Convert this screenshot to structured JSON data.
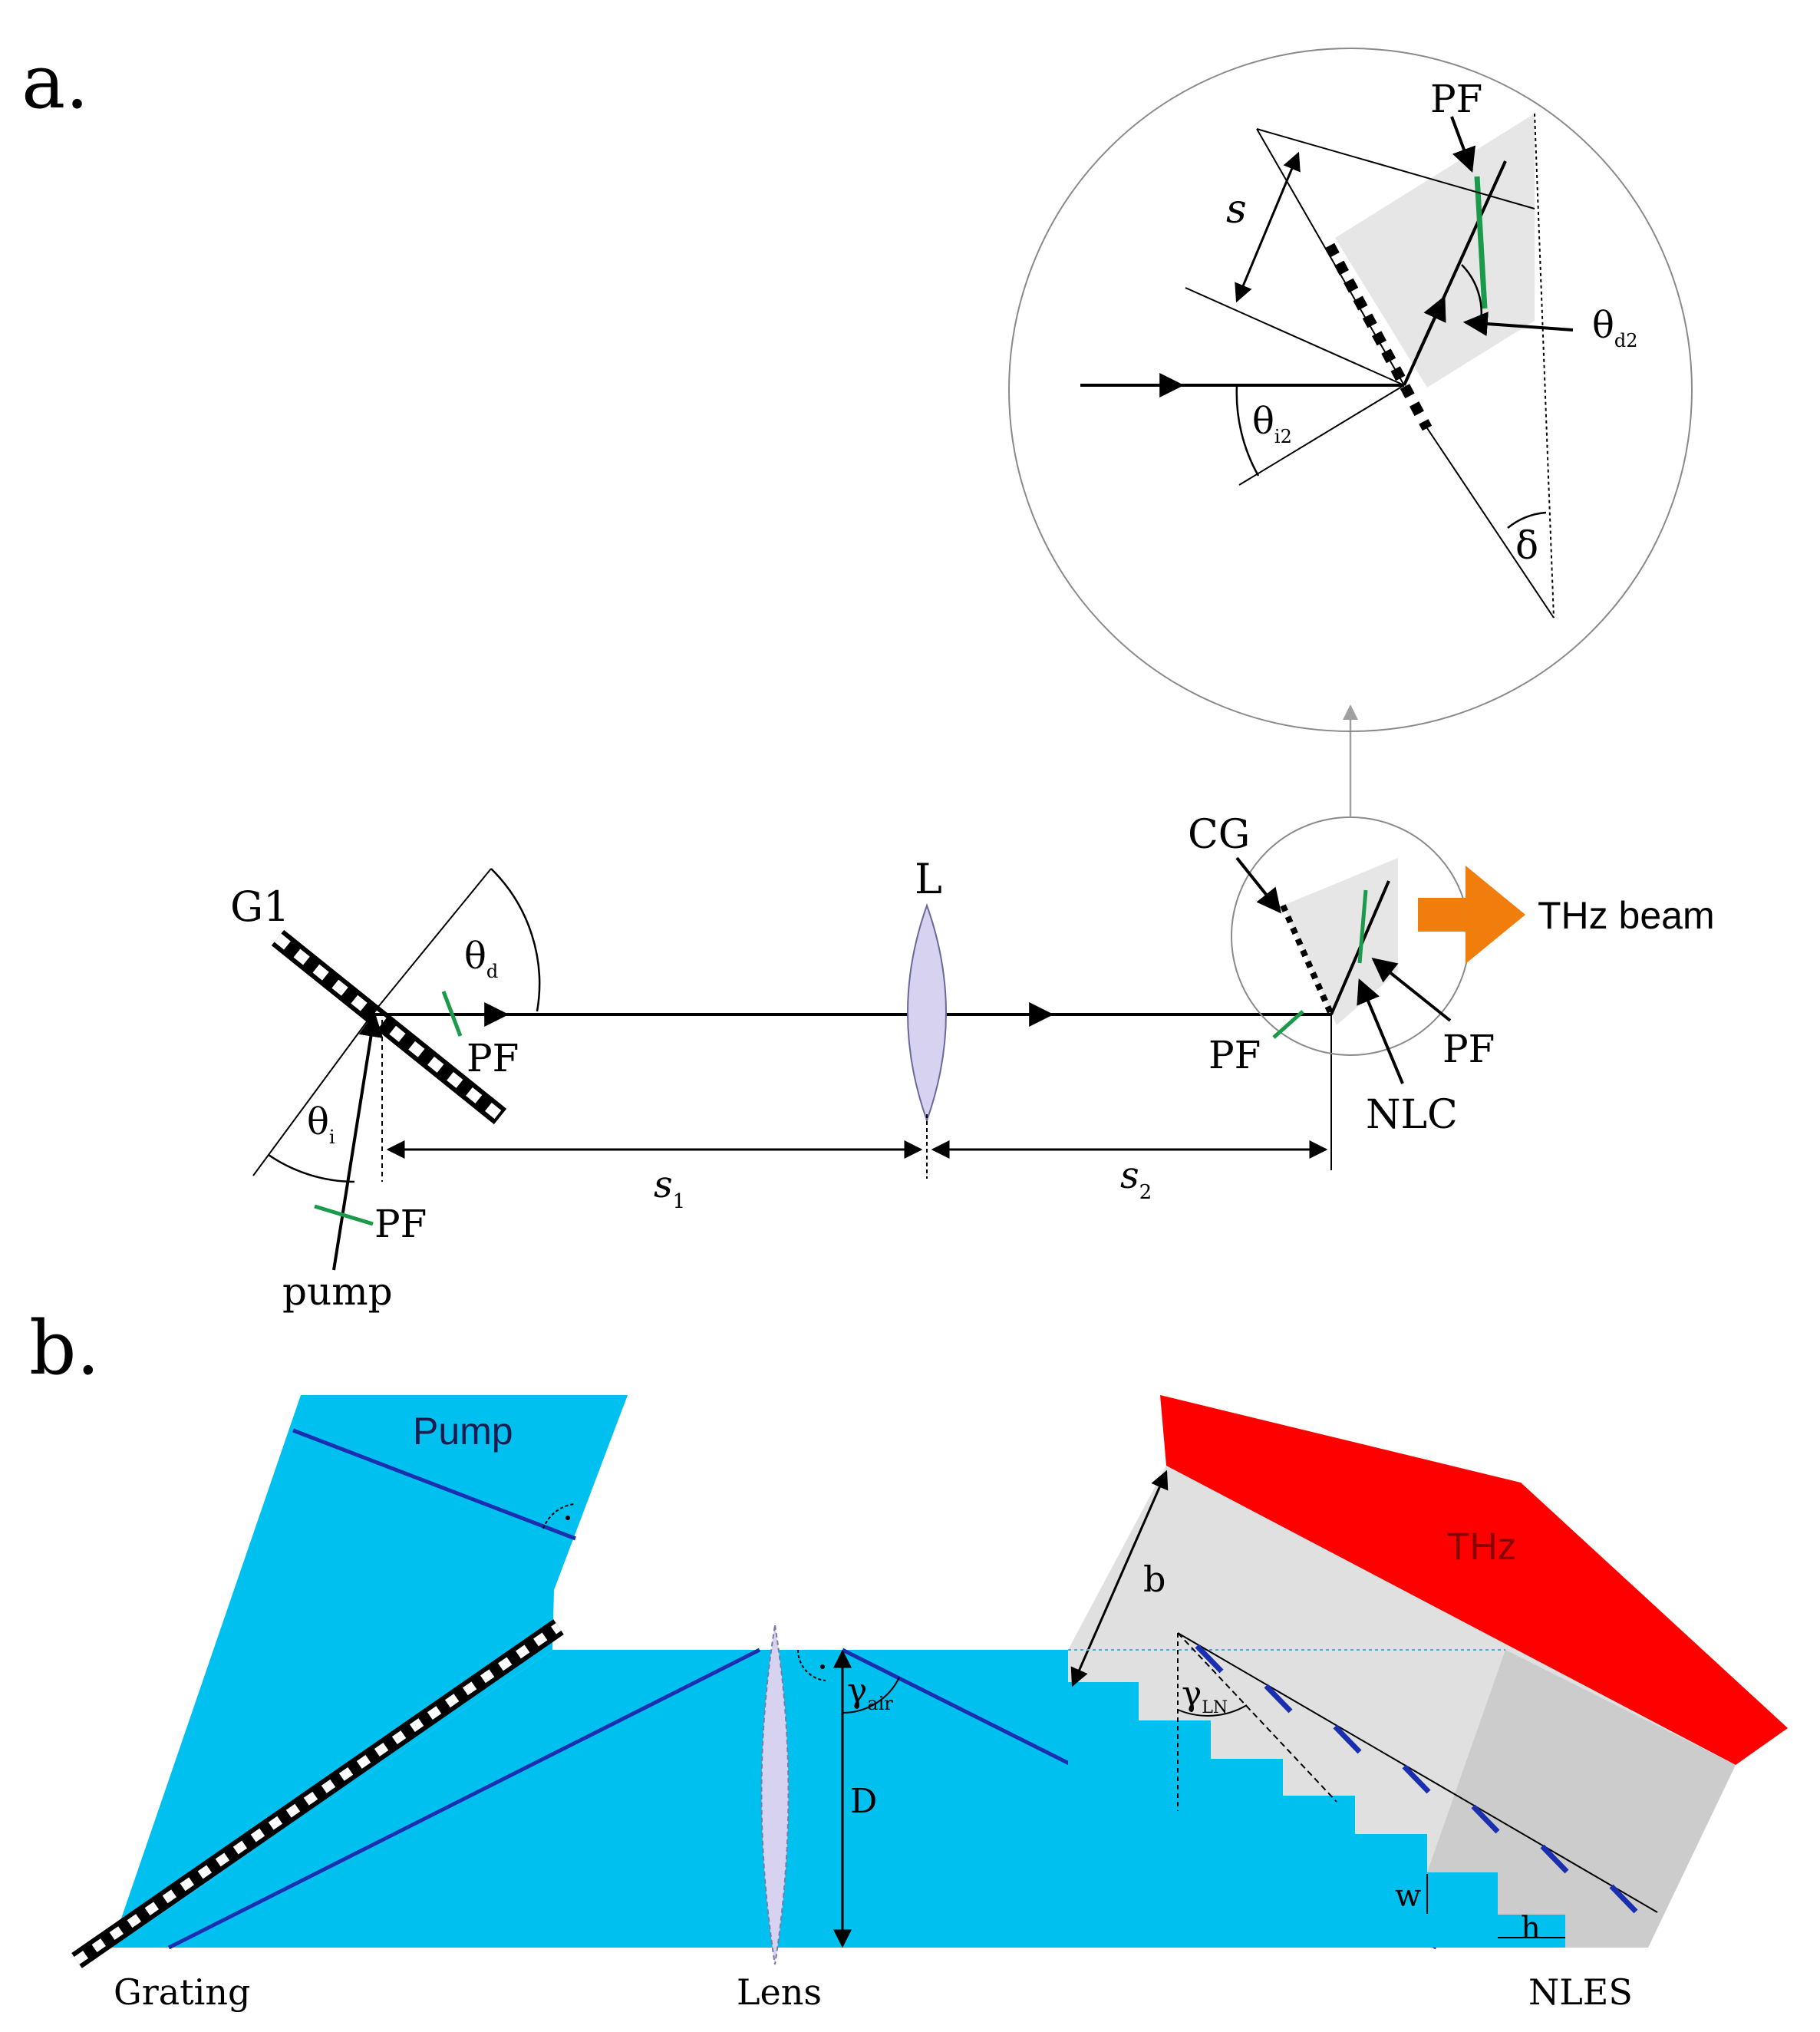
{
  "panel_a": {
    "panel_label": "a.",
    "labels": {
      "g1": "G1",
      "theta_d": "θ",
      "theta_d_sub": "d",
      "theta_i": "θ",
      "theta_i_sub": "i",
      "pf_top": "PF",
      "pf_near_grating": "PF",
      "pf_pump": "PF",
      "pump": "pump",
      "lens": "L",
      "s1": "s",
      "s1_sub": "1",
      "s2": "s",
      "s2_sub": "2",
      "cg": "CG",
      "pf_left_crystal": "PF",
      "pf_right_crystal": "PF",
      "nlc": "NLC",
      "thz_beam": "THz beam"
    },
    "inset": {
      "pf": "PF",
      "s": "s",
      "theta_d2": "θ",
      "theta_d2_sub": "d2",
      "theta_i2": "θ",
      "theta_i2_sub": "i2",
      "delta": "δ"
    },
    "colors": {
      "pulse_front": "#1a9a4a",
      "lens_fill": "#d6d2ef",
      "thz_arrow": "#f07d0c",
      "crystal_fill": "#e6e6e6"
    }
  },
  "panel_b": {
    "panel_label": "b.",
    "labels": {
      "pump": "Pump",
      "thz": "THz",
      "b": "b",
      "gamma_air": "γ",
      "gamma_air_sub": "air",
      "gamma_ln": "γ",
      "gamma_ln_sub": "LN",
      "d": "D",
      "w": "w",
      "h": "h",
      "grating": "Grating",
      "lens": "Lens",
      "nles": "NLES"
    },
    "colors": {
      "pump_fill": "#00c0f0",
      "ray": "#1a2fb0",
      "thz_fill": "#ff0000",
      "nles_light": "#e0e0e0",
      "nles_dark": "#cccccc"
    }
  }
}
